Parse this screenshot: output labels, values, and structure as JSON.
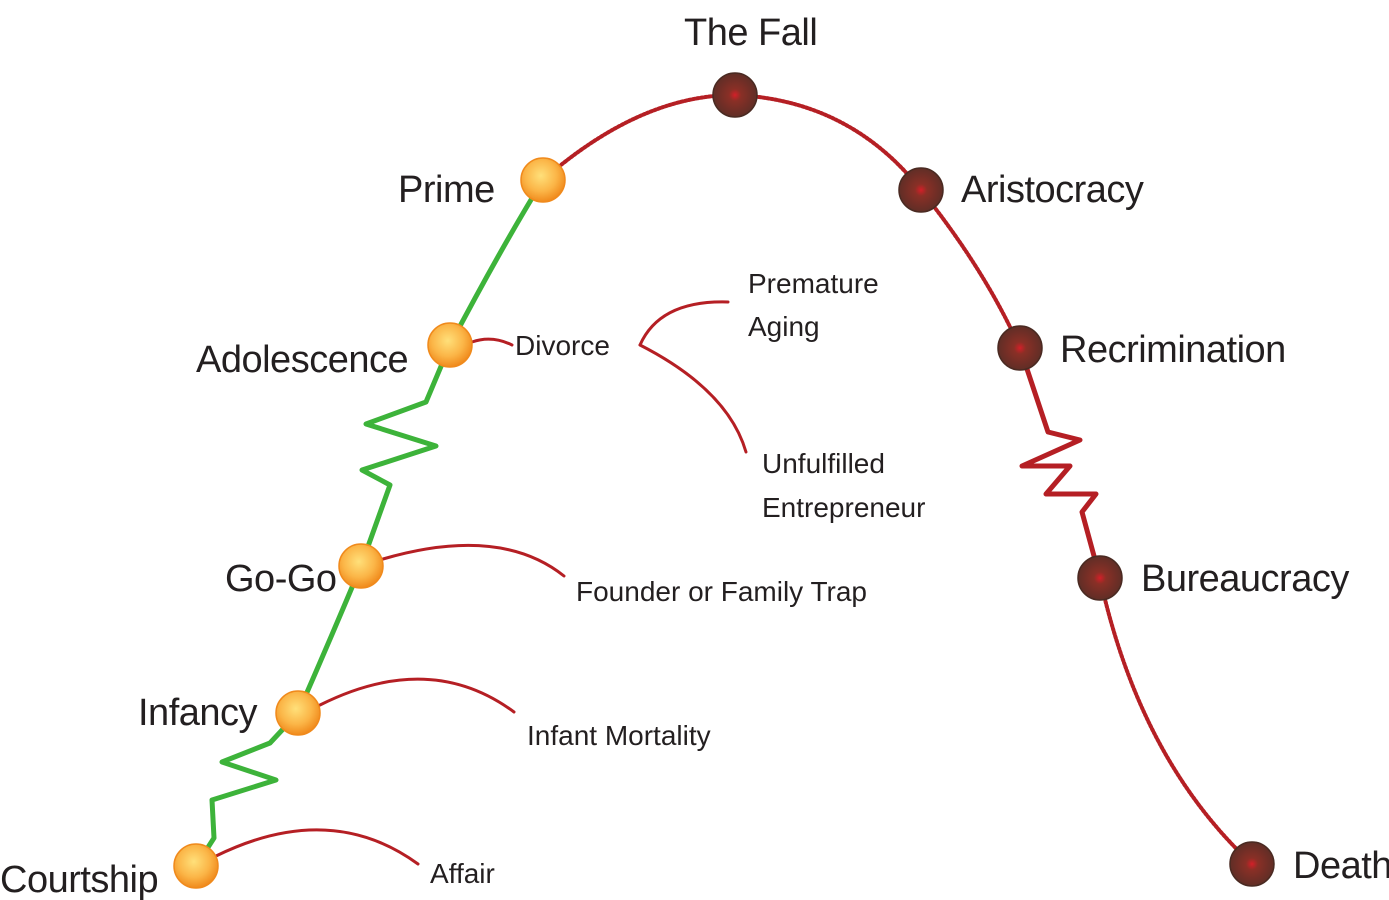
{
  "colors": {
    "growth": "#3db33a",
    "decline": "#b51f24",
    "trap": "#b51f24",
    "growth_node_center": "#ffd86b",
    "growth_node_edge": "#f39c24",
    "decline_node_center": "#7a2f24",
    "decline_node_edge": "#4a2a22",
    "decline_node_dot": "#d41f28"
  },
  "stages": {
    "courtship": "Courtship",
    "infancy": "Infancy",
    "gogo": "Go-Go",
    "adolescence": "Adolescence",
    "prime": "Prime",
    "the_fall": "The Fall",
    "aristocracy": "Aristocracy",
    "recrimination": "Recrimination",
    "bureaucracy": "Bureaucracy",
    "death": "Death"
  },
  "traps": {
    "affair": "Affair",
    "infant_mortality": "Infant Mortality",
    "founder_trap": "Founder or Family Trap",
    "divorce": "Divorce",
    "premature_aging_line1": "Premature",
    "premature_aging_line2": "Aging",
    "unfulfilled_line1": "Unfulfilled",
    "unfulfilled_line2": "Entrepreneur"
  },
  "node_types": {
    "growth": [
      "courtship",
      "infancy",
      "gogo",
      "adolescence",
      "prime"
    ],
    "decline": [
      "the_fall",
      "aristocracy",
      "recrimination",
      "bureaucracy",
      "death"
    ]
  }
}
